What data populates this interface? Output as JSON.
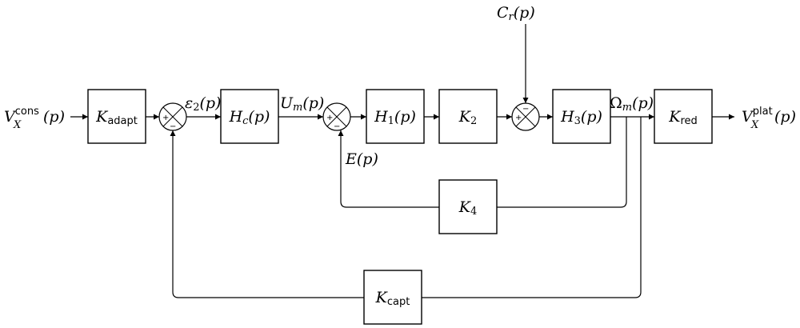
{
  "diagram": {
    "blocks": {
      "kadapt": {
        "main": "K",
        "sub": "adapt"
      },
      "hc": {
        "main": "H",
        "sub": "c",
        "arg": "(p)"
      },
      "h1": {
        "main": "H",
        "sub": "1",
        "arg": "(p)"
      },
      "k2": {
        "main": "K",
        "sub": "2"
      },
      "h3": {
        "main": "H",
        "sub": "3",
        "arg": "(p)"
      },
      "kred": {
        "main": "K",
        "sub": "red"
      },
      "k4": {
        "main": "K",
        "sub": "4"
      },
      "kcapt": {
        "main": "K",
        "sub": "capt"
      }
    },
    "signals": {
      "input": {
        "main": "V",
        "sub": "X",
        "sup": "cons",
        "arg": "(p)"
      },
      "output": {
        "main": "V",
        "sub": "X",
        "sup": "plat",
        "arg": "(p)"
      },
      "eps2": {
        "main": "ε",
        "sub": "2",
        "arg": "(p)"
      },
      "um": {
        "main": "U",
        "sub": "m",
        "arg": "(p)"
      },
      "omega": {
        "main": "Ω",
        "sub": "m",
        "arg": "(p)"
      },
      "cr": {
        "main": "C",
        "sub": "r",
        "arg": "(p)"
      },
      "e": {
        "main": "E",
        "arg": "(p)"
      }
    },
    "signs": {
      "plus": "+",
      "minus": "−"
    }
  }
}
